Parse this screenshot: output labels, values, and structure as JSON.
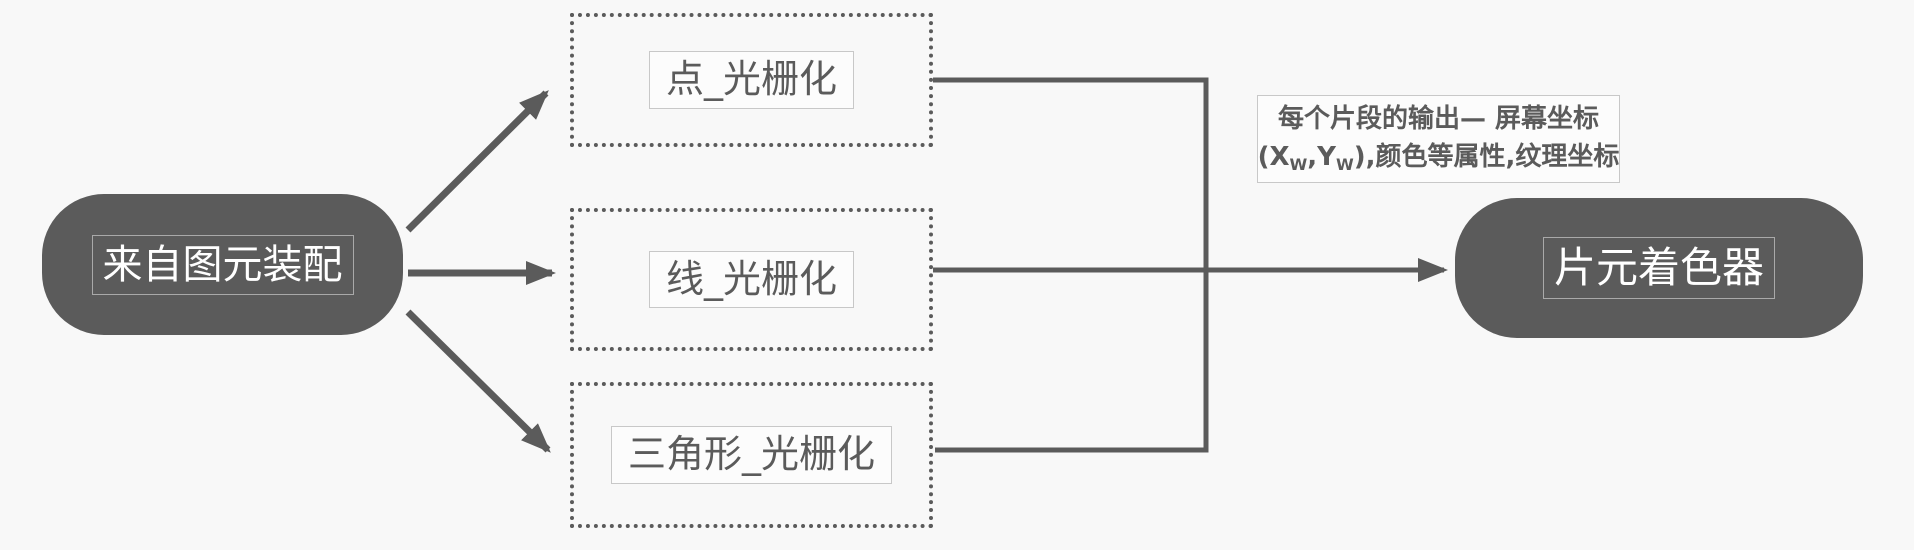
{
  "colors": {
    "bg": "#f8f8f8",
    "shape": "#5b5b5b",
    "line": "#5b5b5b",
    "text-on-dark": "#ffffff",
    "text-dark": "#5b5b5b",
    "frame-on-dark": "#a9a9a9",
    "frame-light": "#c8c8c8",
    "label-bg": "#fcfcfc"
  },
  "nodes": {
    "source": {
      "label": "来自图元装配"
    },
    "point": {
      "label": "点_光栅化"
    },
    "line": {
      "label": "线_光栅化"
    },
    "triangle": {
      "label": "三角形_光栅化"
    },
    "fragment_shader": {
      "label": "片元着色器"
    }
  },
  "annotation": {
    "line1": "每个片段的输出— 屏幕坐标",
    "line2": {
      "p1": "(X",
      "sub1": "W",
      "p2": ",Y",
      "sub2": "W",
      "p3": "),颜色等属性,纹理坐标"
    }
  },
  "edges": [
    {
      "from": "source",
      "to": "point"
    },
    {
      "from": "source",
      "to": "line"
    },
    {
      "from": "source",
      "to": "triangle"
    },
    {
      "from": "point",
      "to": "fragment_shader"
    },
    {
      "from": "line",
      "to": "fragment_shader"
    },
    {
      "from": "triangle",
      "to": "fragment_shader"
    }
  ]
}
